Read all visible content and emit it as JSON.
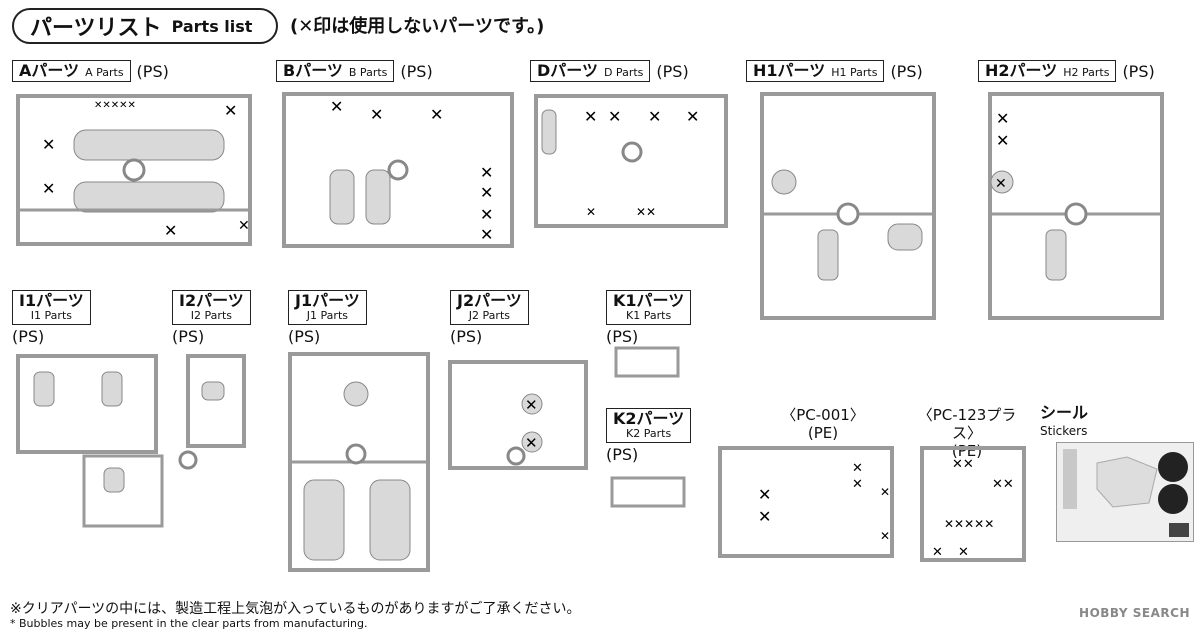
{
  "header": {
    "title_jp": "パーツリスト",
    "title_en": "Parts list",
    "note": "(✕印は使用しないパーツです。)"
  },
  "parts": {
    "A": {
      "jp": "Aパーツ",
      "en": "A Parts",
      "mat": "(PS)"
    },
    "B": {
      "jp": "Bパーツ",
      "en": "B Parts",
      "mat": "(PS)"
    },
    "D": {
      "jp": "Dパーツ",
      "en": "D Parts",
      "mat": "(PS)"
    },
    "H1": {
      "jp": "H1パーツ",
      "en": "H1 Parts",
      "mat": "(PS)"
    },
    "H2": {
      "jp": "H2パーツ",
      "en": "H2 Parts",
      "mat": "(PS)"
    },
    "I1": {
      "jp": "I1パーツ",
      "en": "I1 Parts",
      "mat": "(PS)"
    },
    "I2": {
      "jp": "I2パーツ",
      "en": "I2 Parts",
      "mat": "(PS)"
    },
    "J1": {
      "jp": "J1パーツ",
      "en": "J1 Parts",
      "mat": "(PS)"
    },
    "J2": {
      "jp": "J2パーツ",
      "en": "J2 Parts",
      "mat": "(PS)"
    },
    "K1": {
      "jp": "K1パーツ",
      "en": "K1 Parts",
      "mat": "(PS)"
    },
    "K2": {
      "jp": "K2パーツ",
      "en": "K2 Parts",
      "mat": "(PS)"
    }
  },
  "pe": {
    "pc001": {
      "name": "〈PC-001〉",
      "mat": "(PE)"
    },
    "pc123": {
      "name": "〈PC-123プラス〉",
      "mat": "(PE)"
    }
  },
  "stickers": {
    "jp": "シール",
    "en": "Stickers"
  },
  "footer": {
    "jp": "※クリアパーツの中には、製造工程上気泡が入っているものがありますがご了承ください。",
    "en": "* Bubbles may be present in the clear parts from manufacturing."
  },
  "watermark": "HOBBY SEARCH",
  "colors": {
    "runner": "#9a9a9a",
    "runner_fill": "#d9d9d9",
    "text": "#111111"
  }
}
